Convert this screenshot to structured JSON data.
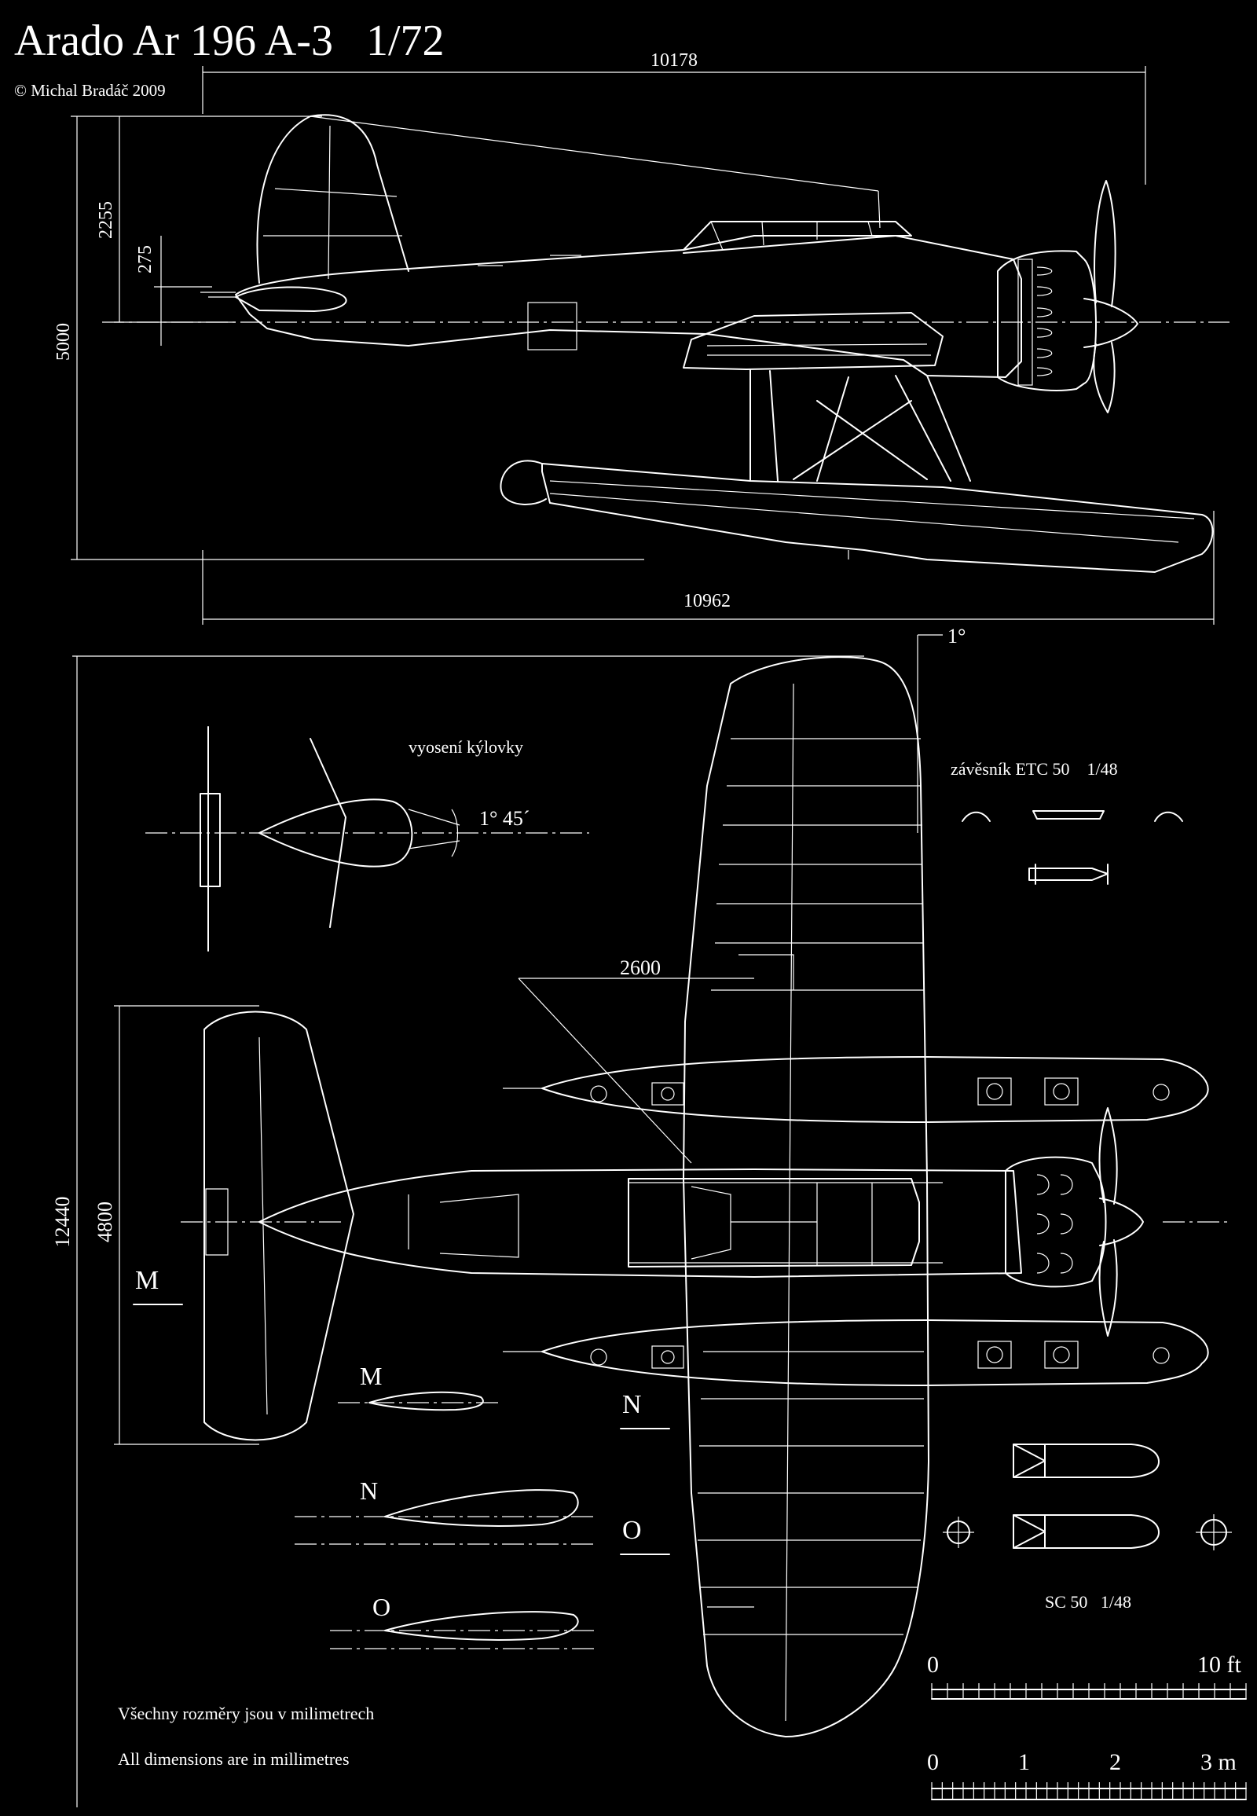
{
  "title": "Arado Ar 196 A-3   1/72",
  "copyright": "© Michal Bradáč 2009",
  "dimensions": {
    "top_length": "10178",
    "height_total": "5000",
    "tail_height": "2255",
    "tail_offset": "275",
    "overall_length": "10962",
    "span": "12440",
    "tailplane_span": "4800",
    "float_spacing": "2600",
    "wing_dihedral": "1°",
    "fin_offset": "1° 45´"
  },
  "labels": {
    "fin_offset_caption": "vyosení kýlovky",
    "rack_caption": "závěsník ETC 50    1/48",
    "bomb_caption": "SC 50   1/48",
    "section_m": "M",
    "section_n": "N",
    "section_o": "O",
    "note_cz": "Všechny rozměry jsou v milimetrech",
    "note_en": "All dimensions are in millimetres"
  },
  "scale_ft": {
    "start": "0",
    "end": "10 ft"
  },
  "scale_m": {
    "ticks": [
      "0",
      "1",
      "2",
      "3 m"
    ]
  },
  "colors": {
    "background": "#000000",
    "line": "#ffffff"
  }
}
